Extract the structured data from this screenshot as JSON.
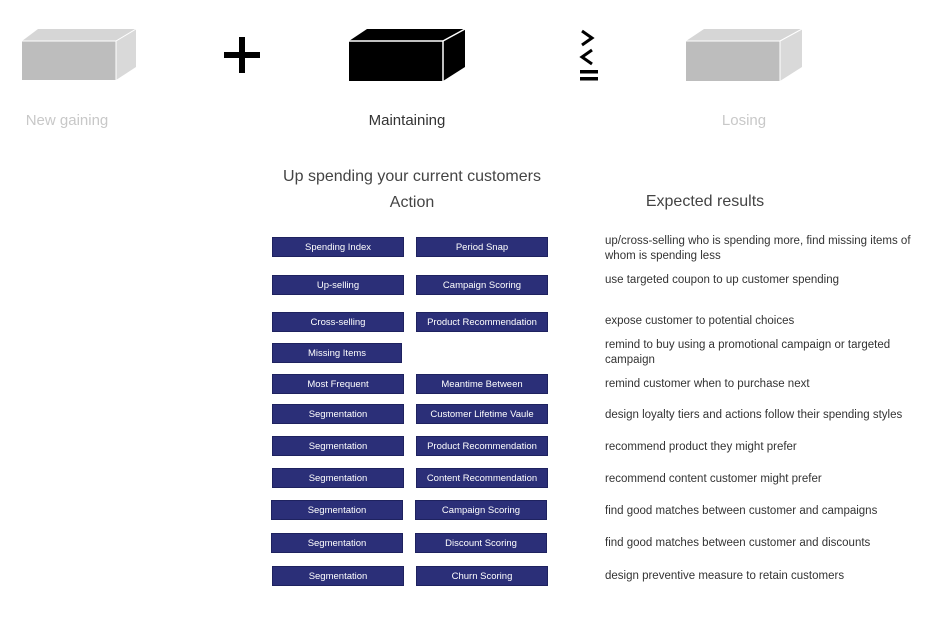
{
  "top": {
    "new_gaining": "New gaining",
    "maintaining": "Maintaining",
    "losing": "Losing",
    "operator_plus": "+",
    "operator_compare": ">\n<\n="
  },
  "colors": {
    "gray_box": "#bdbdbd",
    "black_box": "#000000",
    "chip_bg": "#2b2f78",
    "faded_text": "#c8c8c8"
  },
  "main": {
    "title": "Up spending your current customers",
    "action_header": "Action",
    "results_header": "Expected results"
  },
  "rows": [
    {
      "a": "Spending Index",
      "b": "Period Snap",
      "result": "up/cross-selling  who is spending more, find missing items of whom is spending less"
    },
    {
      "a": "Up-selling",
      "b": "Campaign Scoring",
      "result": "use targeted coupon to up customer spending"
    },
    {
      "a": "Cross-selling",
      "b": "Product Recommendation",
      "result": "expose customer to potential choices"
    },
    {
      "a": "Missing Items",
      "b": "",
      "result": "remind to buy using a promotional campaign or targeted campaign"
    },
    {
      "a": "Most Frequent",
      "b": "Meantime Between",
      "result": "remind customer when to purchase next"
    },
    {
      "a": "Segmentation",
      "b": "Customer Lifetime Vaule",
      "result": "design loyalty tiers and actions follow their spending styles"
    },
    {
      "a": "Segmentation",
      "b": "Product Recommendation",
      "result": "recommend product they might prefer"
    },
    {
      "a": "Segmentation",
      "b": "Content Recommendation",
      "result": "recommend content customer might prefer"
    },
    {
      "a": "Segmentation",
      "b": "Campaign Scoring",
      "result": "find good matches between customer and campaigns"
    },
    {
      "a": "Segmentation",
      "b": "Discount Scoring",
      "result": "find good matches between customer and discounts"
    },
    {
      "a": "Segmentation",
      "b": "Churn Scoring",
      "result": "design preventive measure to retain customers"
    }
  ]
}
